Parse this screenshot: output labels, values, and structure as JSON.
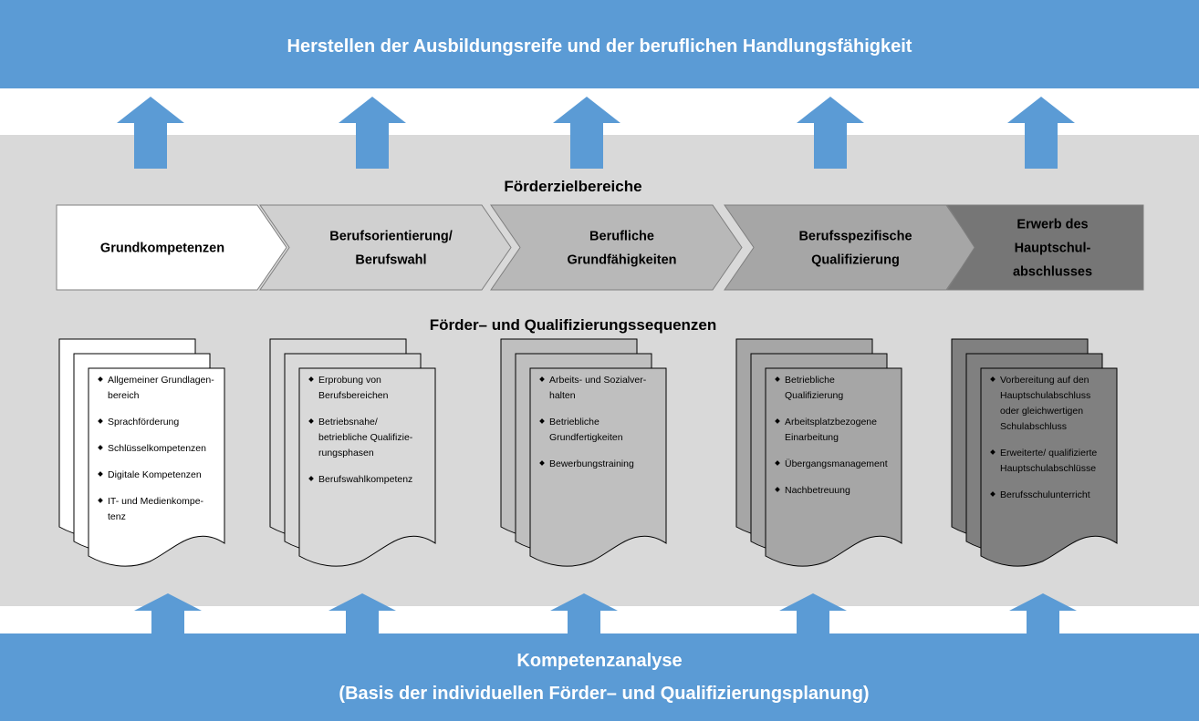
{
  "top_banner": {
    "text": "Herstellen der Ausbildungsreife und der beruflichen Handlungsfähigkeit"
  },
  "section_titles": {
    "goals": "Förderzielbereiche",
    "sequences": "Förder– und Qualifizierungssequenzen"
  },
  "chevrons": [
    {
      "lines": [
        "Grundkompetenzen"
      ],
      "fill": "#ffffff",
      "text_color": "#000000"
    },
    {
      "lines": [
        "Berufsorientierung/",
        "Berufswahl"
      ],
      "fill": "#d0d0d0",
      "text_color": "#000000"
    },
    {
      "lines": [
        "Berufliche",
        "Grundfähigkeiten"
      ],
      "fill": "#b8b8b8",
      "text_color": "#000000"
    },
    {
      "lines": [
        "Berufsspezifische",
        "Qualifizierung"
      ],
      "fill": "#a6a6a6",
      "text_color": "#000000"
    },
    {
      "lines": [
        "Erwerb des",
        "Hauptschul-",
        "abschlusses"
      ],
      "fill": "#767676",
      "text_color": "#000000"
    }
  ],
  "document_stacks": [
    {
      "fill": "#ffffff",
      "items": [
        [
          "Allgemeiner Grundlagen-",
          "bereich"
        ],
        [
          "Sprachförderung"
        ],
        [
          "Schlüsselkompetenzen"
        ],
        [
          "Digitale Kompetenzen"
        ],
        [
          "IT- und Medienkompe-",
          "tenz"
        ]
      ]
    },
    {
      "fill": "#d9d9d9",
      "items": [
        [
          "Erprobung von",
          "Berufsbereichen"
        ],
        [
          "Betriebsnahe/",
          "betriebliche Qualifizie-",
          "rungsphasen"
        ],
        [
          "Berufswahlkompetenz"
        ]
      ]
    },
    {
      "fill": "#bfbfbf",
      "items": [
        [
          "Arbeits- und Sozialver-",
          "halten"
        ],
        [
          "Betriebliche",
          "Grundfertigkeiten"
        ],
        [
          "Bewerbungstraining"
        ]
      ]
    },
    {
      "fill": "#a6a6a6",
      "items": [
        [
          "Betriebliche",
          "Qualifizierung"
        ],
        [
          "Arbeitsplatzbezogene",
          "Einarbeitung"
        ],
        [
          "Übergangsmanagement"
        ],
        [
          "Nachbetreuung"
        ]
      ]
    },
    {
      "fill": "#808080",
      "items": [
        [
          "Vorbereitung auf den",
          "Hauptschulabschluss",
          "oder gleichwertigen",
          "Schulabschluss"
        ],
        [
          "Erweiterte/ qualifizierte",
          "Hauptschulabschlüsse"
        ],
        [
          "Berufsschulunterricht"
        ]
      ]
    }
  ],
  "bottom_banner": {
    "line1": "Kompetenzanalyse",
    "line2": "(Basis der individuellen Förder– und Qualifizierungsplanung)"
  },
  "colors": {
    "banner_blue": "#5b9bd5",
    "arrow_blue": "#5b9bd5",
    "panel_gray": "#d9d9d9"
  }
}
